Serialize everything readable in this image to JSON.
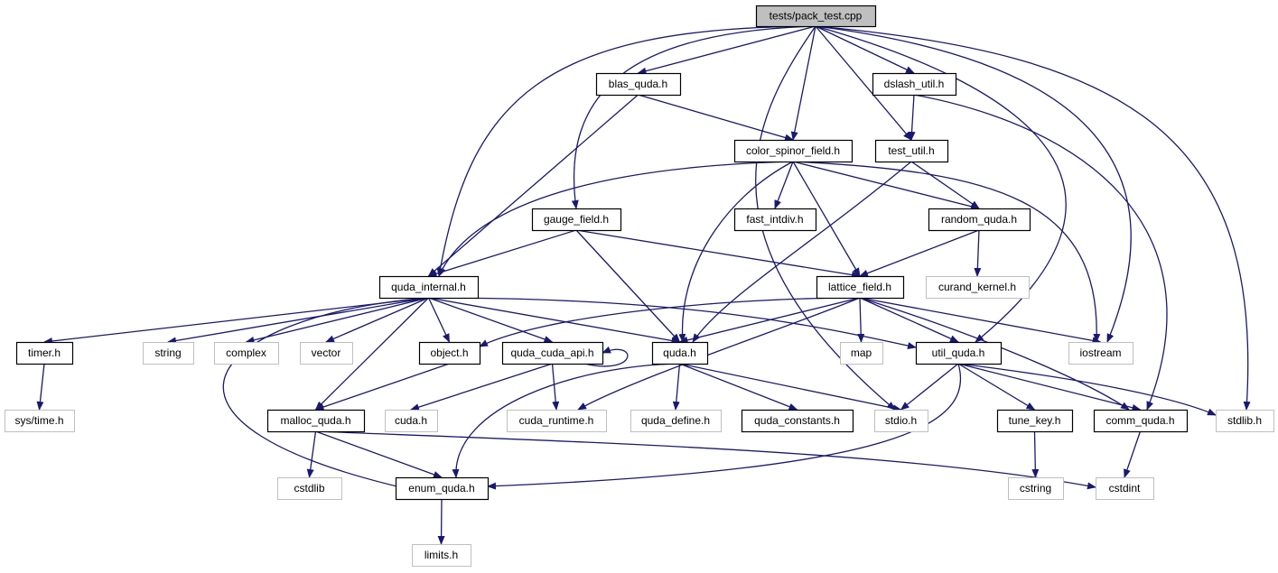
{
  "diagram": {
    "nodes": [
      {
        "id": "pack_test",
        "label": "tests/pack_test.cpp",
        "kind": "root"
      },
      {
        "id": "blas_quda",
        "label": "blas_quda.h",
        "kind": "project"
      },
      {
        "id": "dslash_util",
        "label": "dslash_util.h",
        "kind": "project"
      },
      {
        "id": "color_spinor_field",
        "label": "color_spinor_field.h",
        "kind": "project"
      },
      {
        "id": "test_util",
        "label": "test_util.h",
        "kind": "project"
      },
      {
        "id": "gauge_field",
        "label": "gauge_field.h",
        "kind": "project"
      },
      {
        "id": "fast_intdiv",
        "label": "fast_intdiv.h",
        "kind": "project"
      },
      {
        "id": "random_quda",
        "label": "random_quda.h",
        "kind": "project"
      },
      {
        "id": "quda_internal",
        "label": "quda_internal.h",
        "kind": "project"
      },
      {
        "id": "lattice_field",
        "label": "lattice_field.h",
        "kind": "project"
      },
      {
        "id": "curand_kernel",
        "label": "curand_kernel.h",
        "kind": "external"
      },
      {
        "id": "timer",
        "label": "timer.h",
        "kind": "project"
      },
      {
        "id": "string",
        "label": "string",
        "kind": "external"
      },
      {
        "id": "complex",
        "label": "complex",
        "kind": "external"
      },
      {
        "id": "vector",
        "label": "vector",
        "kind": "external"
      },
      {
        "id": "object",
        "label": "object.h",
        "kind": "project"
      },
      {
        "id": "quda_cuda_api",
        "label": "quda_cuda_api.h",
        "kind": "project"
      },
      {
        "id": "quda",
        "label": "quda.h",
        "kind": "project"
      },
      {
        "id": "map",
        "label": "map",
        "kind": "external"
      },
      {
        "id": "util_quda",
        "label": "util_quda.h",
        "kind": "project"
      },
      {
        "id": "iostream",
        "label": "iostream",
        "kind": "external"
      },
      {
        "id": "sys_time",
        "label": "sys/time.h",
        "kind": "external"
      },
      {
        "id": "malloc_quda",
        "label": "malloc_quda.h",
        "kind": "project"
      },
      {
        "id": "cuda",
        "label": "cuda.h",
        "kind": "external"
      },
      {
        "id": "cuda_runtime",
        "label": "cuda_runtime.h",
        "kind": "external"
      },
      {
        "id": "quda_define",
        "label": "quda_define.h",
        "kind": "external"
      },
      {
        "id": "quda_constants",
        "label": "quda_constants.h",
        "kind": "project"
      },
      {
        "id": "stdio",
        "label": "stdio.h",
        "kind": "external"
      },
      {
        "id": "tune_key",
        "label": "tune_key.h",
        "kind": "project"
      },
      {
        "id": "comm_quda",
        "label": "comm_quda.h",
        "kind": "project"
      },
      {
        "id": "stdlib",
        "label": "stdlib.h",
        "kind": "external"
      },
      {
        "id": "cstdlib",
        "label": "cstdlib",
        "kind": "external"
      },
      {
        "id": "enum_quda",
        "label": "enum_quda.h",
        "kind": "project"
      },
      {
        "id": "cstring",
        "label": "cstring",
        "kind": "external"
      },
      {
        "id": "cstdint",
        "label": "cstdint",
        "kind": "external"
      },
      {
        "id": "limits",
        "label": "limits.h",
        "kind": "external"
      }
    ],
    "edges": [
      [
        "pack_test",
        "blas_quda"
      ],
      [
        "pack_test",
        "dslash_util"
      ],
      [
        "pack_test",
        "color_spinor_field"
      ],
      [
        "pack_test",
        "test_util"
      ],
      [
        "pack_test",
        "gauge_field"
      ],
      [
        "pack_test",
        "quda_internal"
      ],
      [
        "pack_test",
        "stdio"
      ],
      [
        "pack_test",
        "util_quda"
      ],
      [
        "pack_test",
        "iostream"
      ],
      [
        "pack_test",
        "stdlib"
      ],
      [
        "blas_quda",
        "color_spinor_field"
      ],
      [
        "blas_quda",
        "quda_internal"
      ],
      [
        "dslash_util",
        "test_util"
      ],
      [
        "dslash_util",
        "comm_quda"
      ],
      [
        "color_spinor_field",
        "quda_internal"
      ],
      [
        "color_spinor_field",
        "fast_intdiv"
      ],
      [
        "color_spinor_field",
        "random_quda"
      ],
      [
        "color_spinor_field",
        "lattice_field"
      ],
      [
        "color_spinor_field",
        "quda"
      ],
      [
        "color_spinor_field",
        "iostream"
      ],
      [
        "test_util",
        "random_quda"
      ],
      [
        "test_util",
        "quda"
      ],
      [
        "gauge_field",
        "quda_internal"
      ],
      [
        "gauge_field",
        "lattice_field"
      ],
      [
        "gauge_field",
        "quda"
      ],
      [
        "random_quda",
        "lattice_field"
      ],
      [
        "random_quda",
        "curand_kernel"
      ],
      [
        "quda_internal",
        "timer"
      ],
      [
        "quda_internal",
        "string"
      ],
      [
        "quda_internal",
        "complex"
      ],
      [
        "quda_internal",
        "vector"
      ],
      [
        "quda_internal",
        "object"
      ],
      [
        "quda_internal",
        "quda_cuda_api"
      ],
      [
        "quda_internal",
        "quda"
      ],
      [
        "quda_internal",
        "util_quda"
      ],
      [
        "quda_internal",
        "malloc_quda"
      ],
      [
        "quda_internal",
        "enum_quda"
      ],
      [
        "lattice_field",
        "object"
      ],
      [
        "lattice_field",
        "quda"
      ],
      [
        "lattice_field",
        "map"
      ],
      [
        "lattice_field",
        "util_quda"
      ],
      [
        "lattice_field",
        "iostream"
      ],
      [
        "lattice_field",
        "comm_quda"
      ],
      [
        "lattice_field",
        "cuda_runtime"
      ],
      [
        "timer",
        "sys_time"
      ],
      [
        "object",
        "malloc_quda"
      ],
      [
        "quda_cuda_api",
        "quda_cuda_api"
      ],
      [
        "quda_cuda_api",
        "cuda"
      ],
      [
        "quda_cuda_api",
        "cuda_runtime"
      ],
      [
        "quda",
        "enum_quda"
      ],
      [
        "quda",
        "quda_define"
      ],
      [
        "quda",
        "quda_constants"
      ],
      [
        "quda",
        "stdio"
      ],
      [
        "util_quda",
        "stdio"
      ],
      [
        "util_quda",
        "tune_key"
      ],
      [
        "util_quda",
        "comm_quda"
      ],
      [
        "util_quda",
        "stdlib"
      ],
      [
        "util_quda",
        "enum_quda"
      ],
      [
        "malloc_quda",
        "cstdlib"
      ],
      [
        "malloc_quda",
        "enum_quda"
      ],
      [
        "malloc_quda",
        "cstdint"
      ],
      [
        "tune_key",
        "cstring"
      ],
      [
        "comm_quda",
        "cstdint"
      ],
      [
        "enum_quda",
        "limits"
      ]
    ],
    "colors": {
      "edge": "#191970",
      "project_border": "#000000",
      "external_border": "#bfbfbf",
      "root_fill": "#bfbfbf",
      "background": "#ffffff"
    }
  }
}
